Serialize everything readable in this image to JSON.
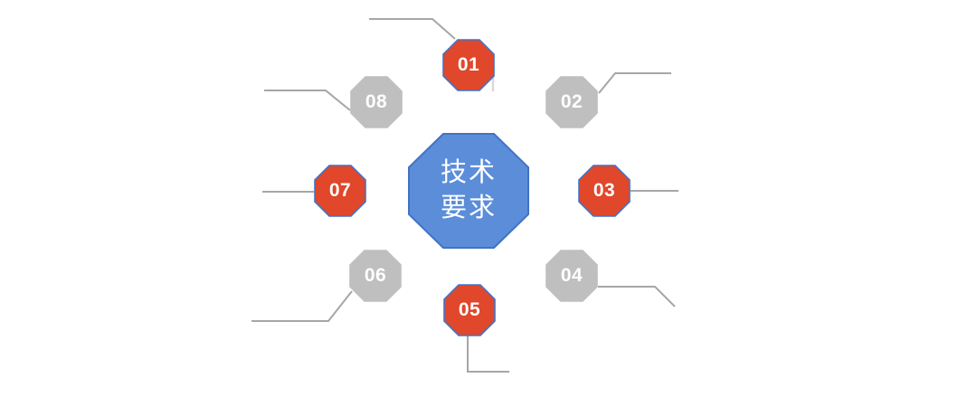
{
  "diagram": {
    "center": {
      "label_lines": [
        "技术",
        "要求"
      ],
      "fill": "#5B8DD9",
      "stroke": "#4173C4",
      "text_color": "#FFFFFF"
    },
    "nodes": [
      {
        "label": "01",
        "fill": "#E0472B",
        "stroke": "#4472C4"
      },
      {
        "label": "02",
        "fill": "#BFBFBF",
        "stroke": "#BFBFBF"
      },
      {
        "label": "03",
        "fill": "#E0472B",
        "stroke": "#4472C4"
      },
      {
        "label": "04",
        "fill": "#BFBFBF",
        "stroke": "#BFBFBF"
      },
      {
        "label": "05",
        "fill": "#E0472B",
        "stroke": "#4472C4"
      },
      {
        "label": "06",
        "fill": "#BFBFBF",
        "stroke": "#BFBFBF"
      },
      {
        "label": "07",
        "fill": "#E0472B",
        "stroke": "#4472C4"
      },
      {
        "label": "08",
        "fill": "#BFBFBF",
        "stroke": "#BFBFBF"
      }
    ],
    "connector_color": "#A6A6A6",
    "faint_connector_color": "#D9D9D9",
    "colors": {
      "accent_red": "#E0472B",
      "center_blue": "#5B8DD9",
      "border_blue": "#4472C4",
      "neutral_gray": "#BFBFBF"
    }
  }
}
